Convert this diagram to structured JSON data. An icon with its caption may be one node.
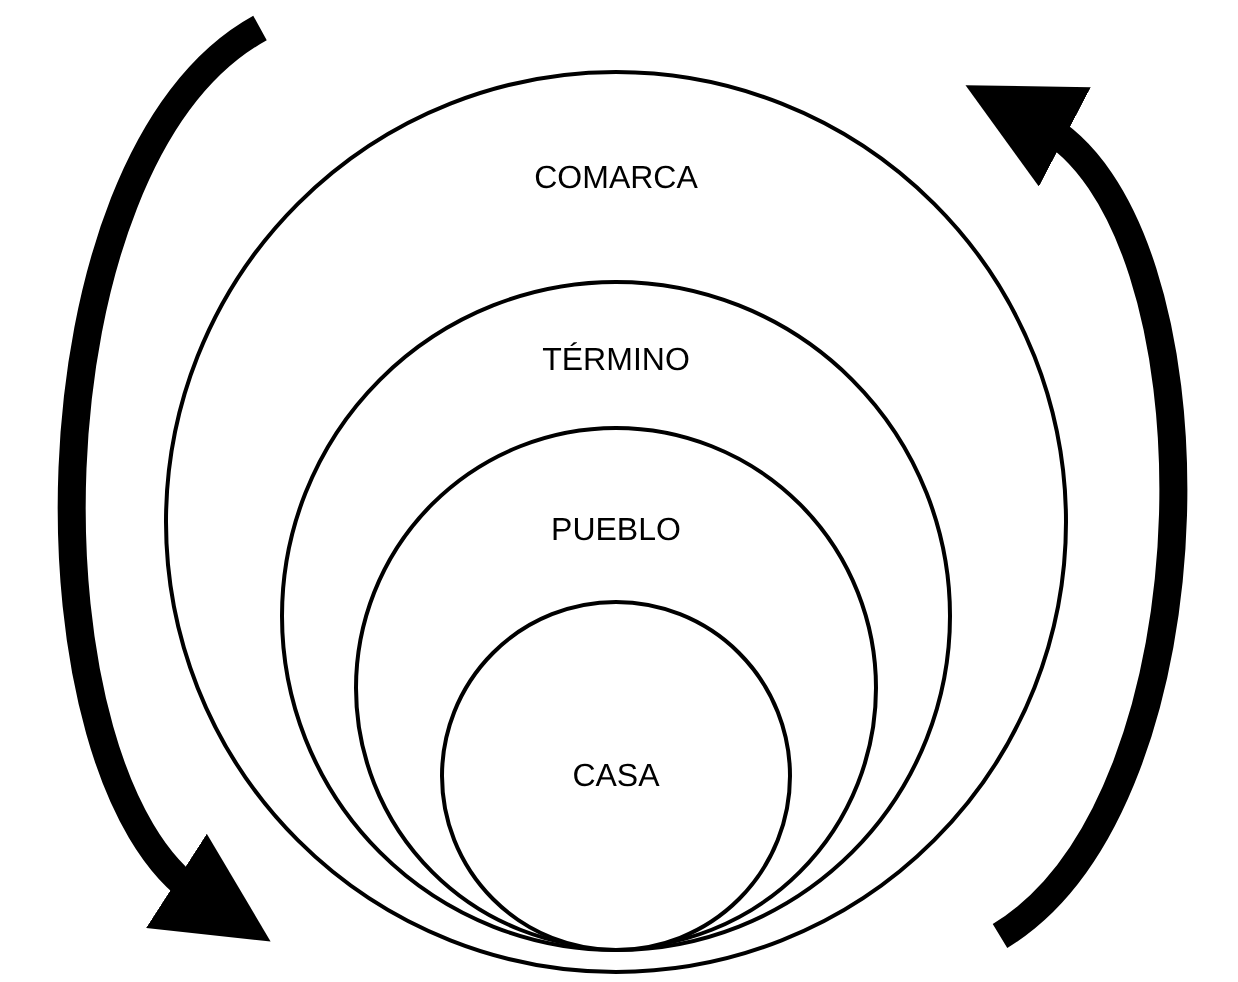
{
  "diagram": {
    "nodes": [
      {
        "text": [
          "COMARCA"
        ]
      },
      {
        "text": [
          "TÉRMINO"
        ],
        "in": 0
      },
      {
        "text": [
          "PUEBLO"
        ],
        "in": 1
      },
      {
        "text": [
          "CASA"
        ],
        "in": 2
      }
    ]
  }
}
